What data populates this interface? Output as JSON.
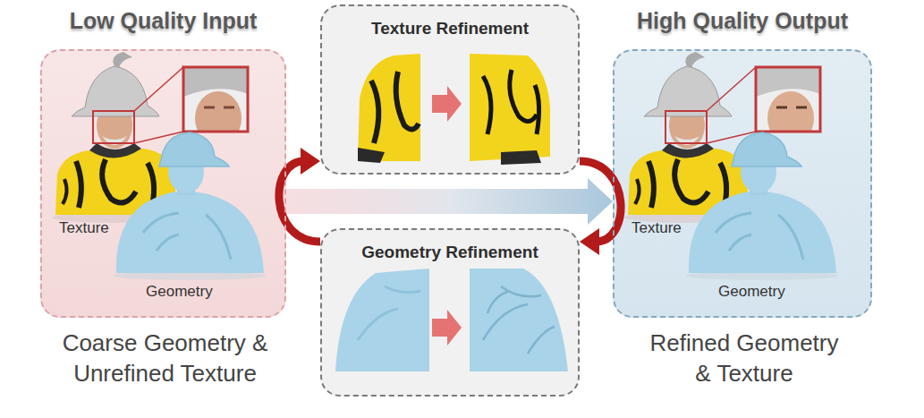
{
  "diagram": {
    "nodes": [
      {
        "text": [
          "Low Quality Input",
          "Coarse Geometry & Unrefined Texture"
        ]
      },
      {
        "text": [
          "Texture Refinement"
        ]
      },
      {
        "text": [
          "Geometry Refinement"
        ]
      },
      {
        "text": [
          "High Quality Output",
          "Refined Geometry & Texture"
        ]
      }
    ],
    "edges": [
      {
        "from": 0,
        "to": 3,
        "arrow": "to"
      },
      {
        "from": 2,
        "to": 1,
        "arrow": "to"
      },
      {
        "from": 1,
        "to": 2,
        "arrow": "to"
      }
    ],
    "labels": [
      "Texture",
      "Geometry",
      "Texture",
      "Geometry"
    ]
  }
}
